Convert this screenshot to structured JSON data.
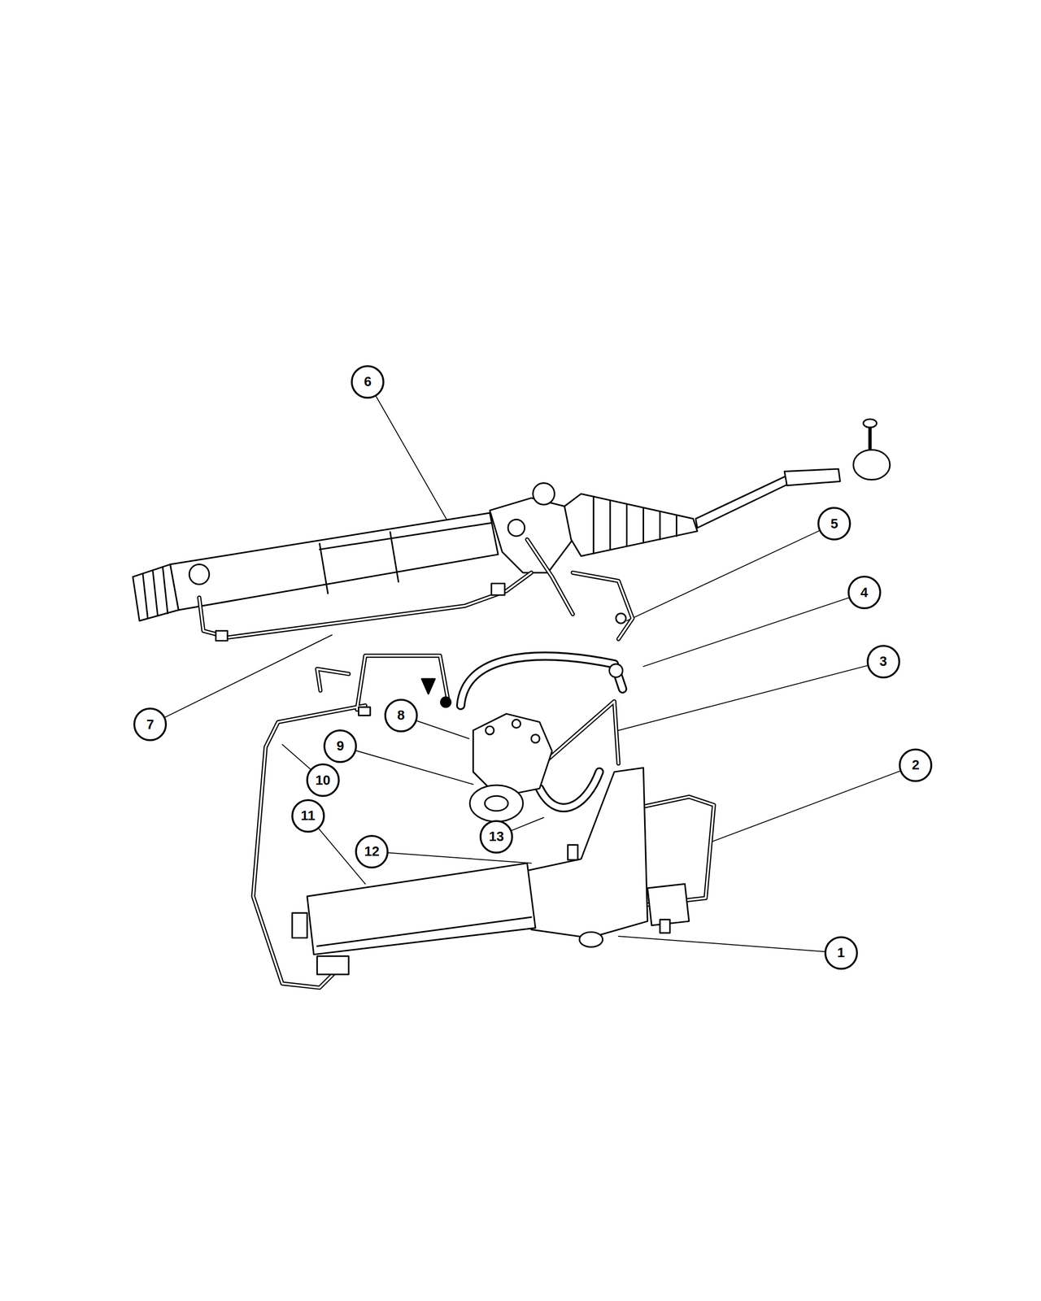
{
  "diagram": {
    "nodes": [
      {
        "text": [
          "6"
        ]
      },
      {
        "text": [
          "5"
        ]
      },
      {
        "text": [
          "4"
        ]
      },
      {
        "text": [
          "3"
        ]
      },
      {
        "text": [
          "8"
        ]
      },
      {
        "text": [
          "7"
        ]
      },
      {
        "text": [
          "9"
        ]
      },
      {
        "text": [
          "2"
        ]
      },
      {
        "text": [
          "10"
        ]
      },
      {
        "text": [
          "11"
        ]
      },
      {
        "text": [
          "13"
        ]
      },
      {
        "text": [
          "12"
        ]
      },
      {
        "text": [
          "1"
        ]
      }
    ]
  }
}
